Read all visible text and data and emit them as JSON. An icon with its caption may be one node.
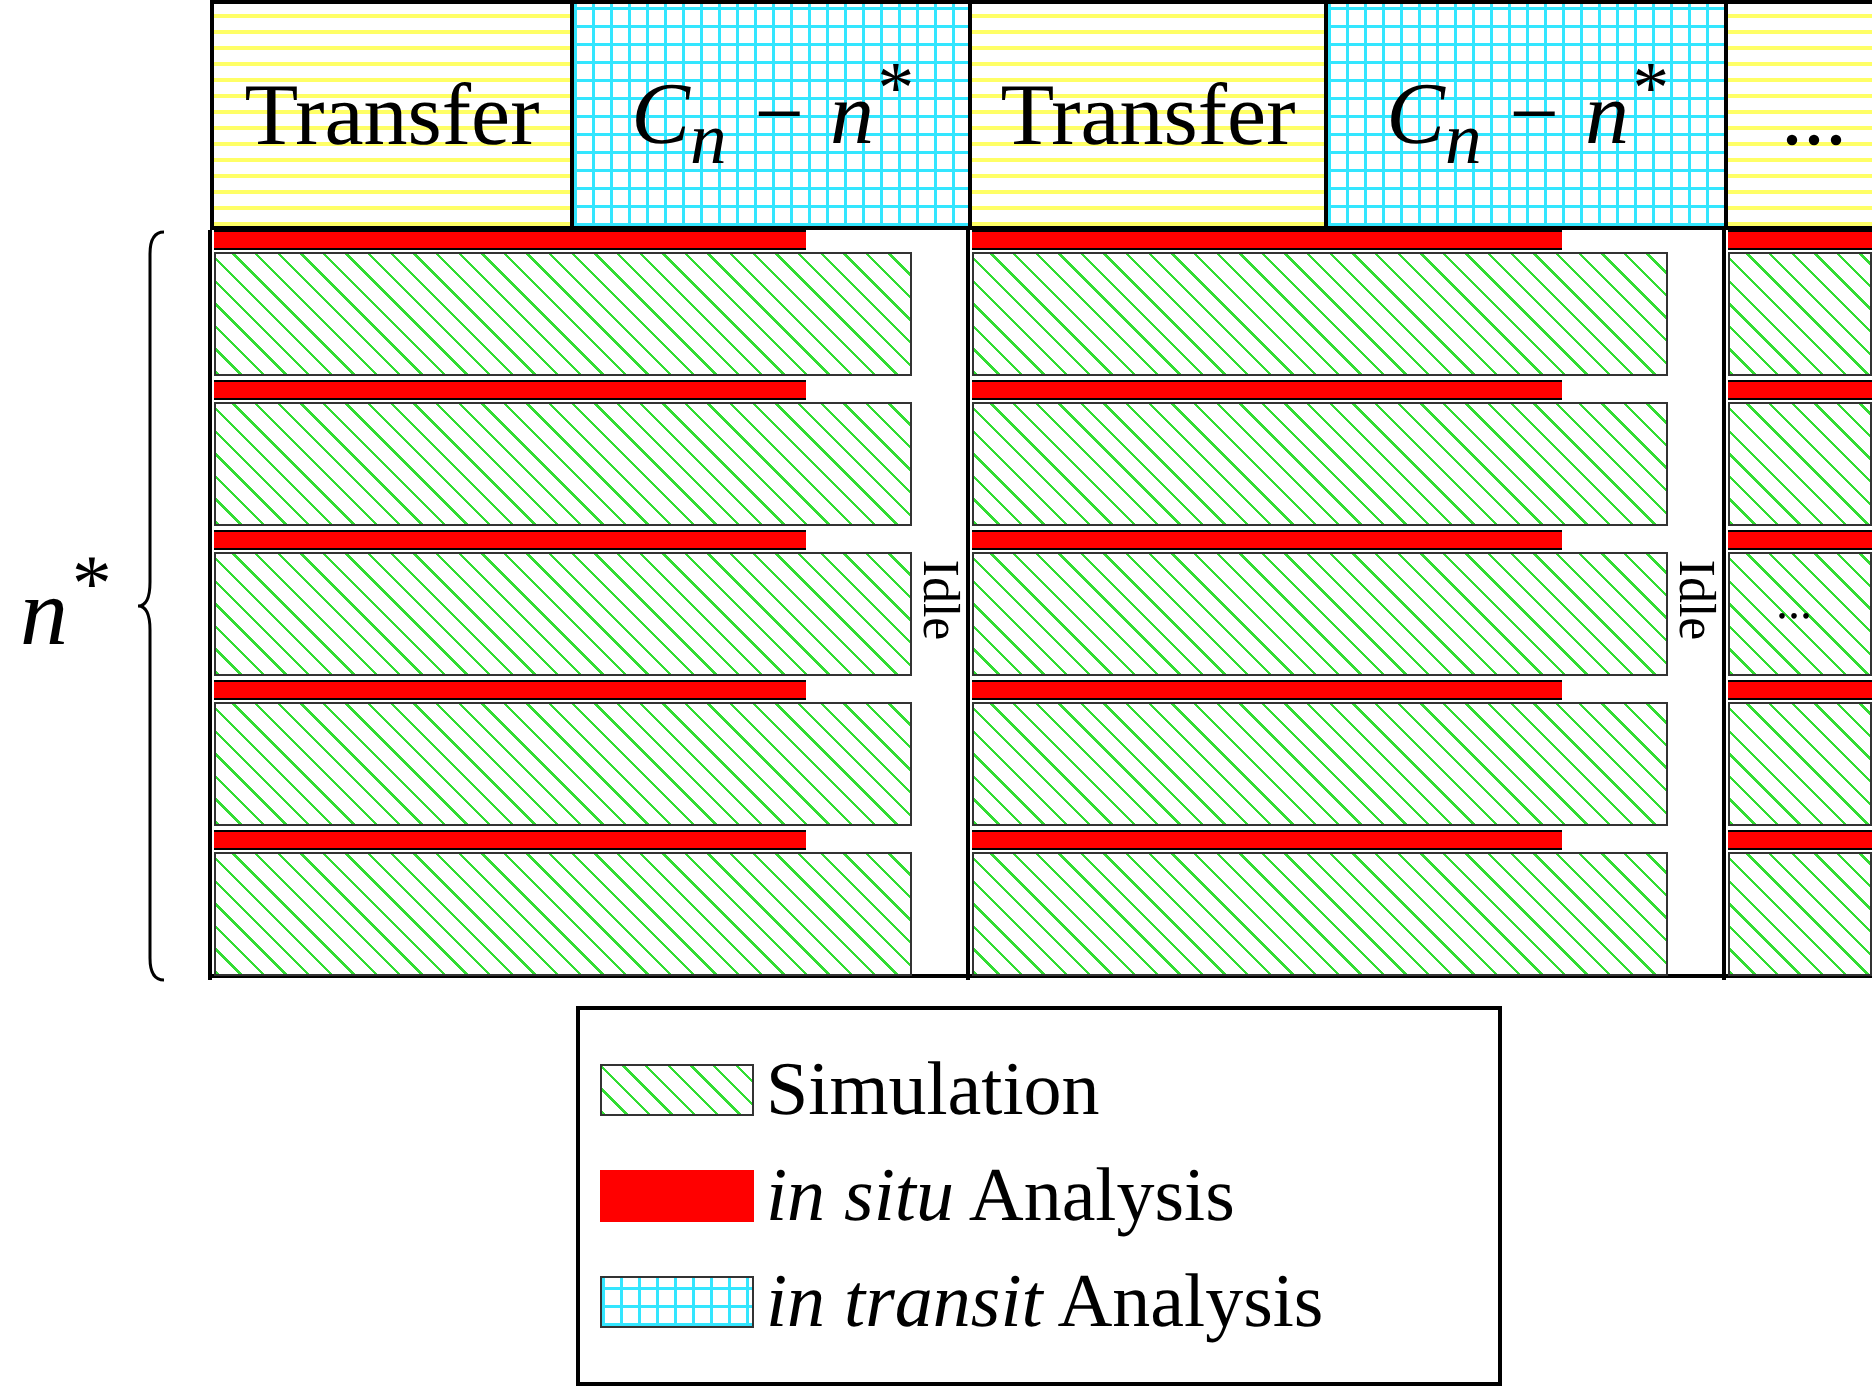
{
  "diagram": {
    "nodes": [
      {
        "text": [
          "Transfer"
        ]
      },
      {
        "text": [
          "C$_{n}$ − n$^{*}$"
        ]
      },
      {
        "text": [
          "Transfer"
        ]
      },
      {
        "text": [
          "C$_{n}$ − n$^{*}$"
        ]
      },
      {
        "text": [
          "..."
        ]
      }
    ],
    "labels": [
      "n$^{*}$",
      "Idle",
      "Idle",
      "..."
    ],
    "legend": [
      {
        "text": "Simulation"
      },
      {
        "text": "*in situ* Analysis",
        "color": "#ff0000"
      },
      {
        "text": "*in transit* Analysis"
      }
    ]
  }
}
